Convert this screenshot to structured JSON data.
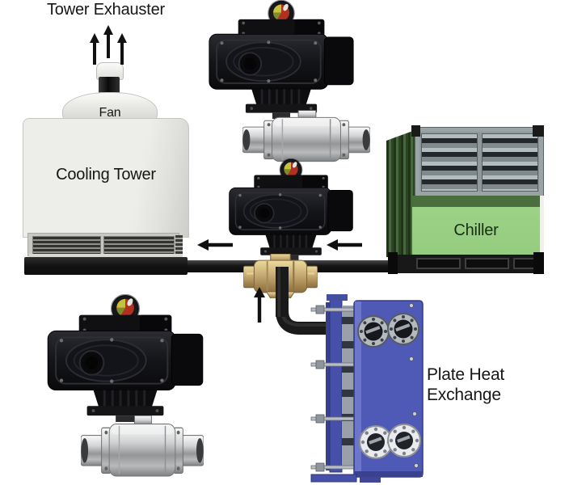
{
  "diagram": {
    "labels": {
      "tower_exhauster": "Tower Exhauster",
      "fan": "Fan",
      "cooling_tower": "Cooling Tower",
      "chiller": "Chiller",
      "plate_heat_line1": "Plate Heat",
      "plate_heat_line2": "Exchange"
    },
    "colors": {
      "background": "#ffffff",
      "text": "#161616",
      "pipe": "#1a1a1a",
      "brass_valve": "#c7ab74",
      "chiller_green": "#9cd286",
      "chiller_side_green": "#4b6e3e",
      "exchanger_blue": "#4f59b6",
      "tower_gray": "#ededea",
      "actuator_black": "#17181c",
      "indicator_red": "#b23020",
      "indicator_yellow": "#c3c43c",
      "steel_silver": "#c9cacb"
    },
    "components": [
      {
        "id": "cooling-tower",
        "label_key": "cooling_tower"
      },
      {
        "id": "fan",
        "label_key": "fan"
      },
      {
        "id": "chiller",
        "label_key": "chiller"
      },
      {
        "id": "plate-heat-exchanger",
        "label_key": "plate_heat_line1"
      },
      {
        "id": "motorized-ball-valve-top"
      },
      {
        "id": "motorized-3way-tee-valve-middle"
      },
      {
        "id": "motorized-ball-valve-bottom"
      }
    ],
    "flow_arrows": [
      {
        "id": "tower-exhaust-arrows",
        "direction": "up",
        "count": 3
      },
      {
        "id": "flow-arrow-to-tower",
        "direction": "left"
      },
      {
        "id": "flow-arrow-from-chiller",
        "direction": "left"
      },
      {
        "id": "flow-arrow-from-exchanger",
        "direction": "up"
      }
    ]
  }
}
